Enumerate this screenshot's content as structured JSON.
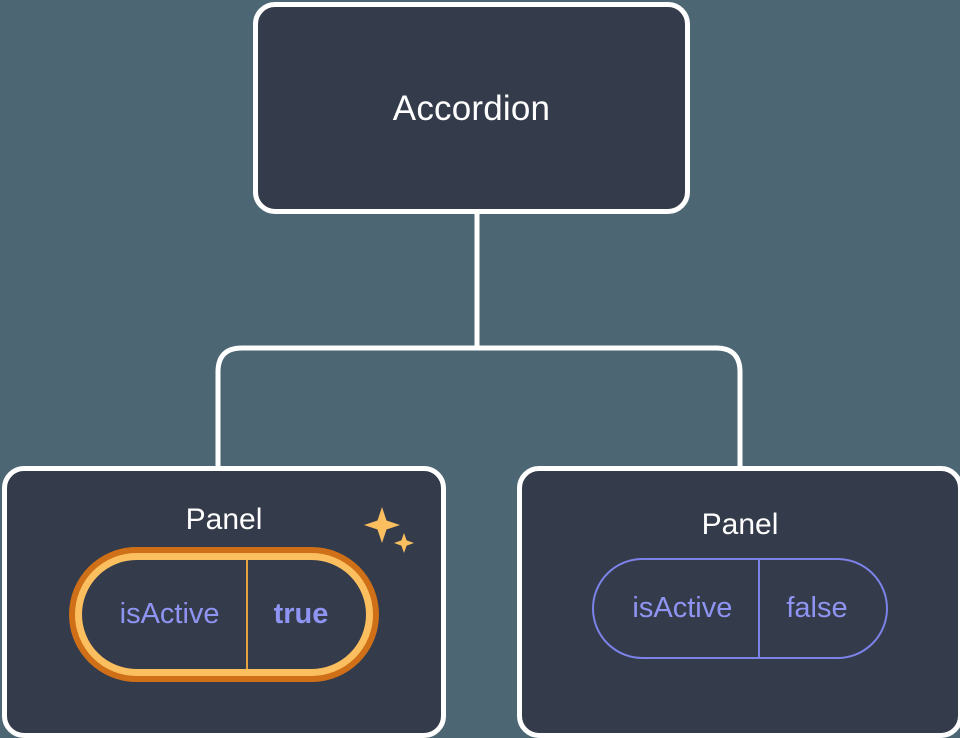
{
  "theme": {
    "canvas_background": "#4d6673",
    "node_background": "#343b4a",
    "node_border": "#ffffff",
    "connector_color": "#ffffff",
    "prop_text_color": "#8f94f2",
    "prop_border_color": "#7c82e8",
    "highlight_inner_ring": "#fbbf60",
    "highlight_outer_ring": "#cf7018",
    "title_color": "#ffffff"
  },
  "tree": {
    "root": {
      "title": "Accordion"
    },
    "children": [
      {
        "title": "Panel",
        "highlighted": true,
        "sparkle_icon": "sparkle-icon",
        "prop": {
          "key": "isActive",
          "value": "true"
        }
      },
      {
        "title": "Panel",
        "highlighted": false,
        "prop": {
          "key": "isActive",
          "value": "false"
        }
      }
    ]
  }
}
